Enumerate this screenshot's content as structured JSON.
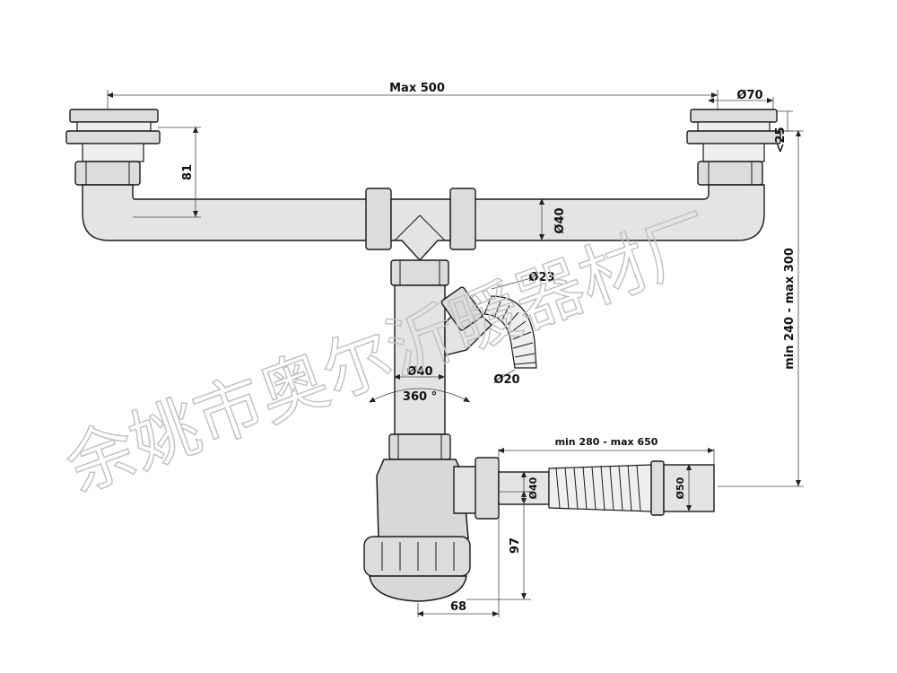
{
  "dimensions": {
    "max_width": "Max 500",
    "outlet_dia": "Ø70",
    "rim_height": "<25",
    "offset_81": "81",
    "pipe_dia_upper": "Ø40",
    "range_vertical": "min 240 - max 300",
    "overflow_dia_23": "Ø23",
    "overflow_dia_20": "Ø20",
    "pipe_dia_lower": "Ø40",
    "rotation": "360 °",
    "hose_range": "min 280 - max 650",
    "hose_dia_40": "Ø40",
    "hose_dia_50": "Ø50",
    "trap_height": "97",
    "trap_width": "68"
  },
  "watermark": {
    "text": "余姚市奥尔沂暖器材厂",
    "color": "#bfbfbf"
  },
  "colors": {
    "line": "#1a1a1a",
    "fill": "#e4e4e4"
  }
}
